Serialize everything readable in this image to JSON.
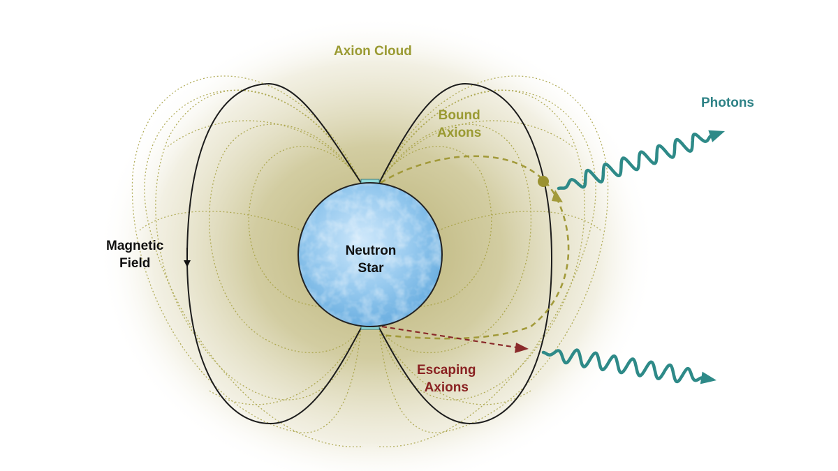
{
  "labels": {
    "axion_cloud": "Axion Cloud",
    "bound_axions": [
      "Bound",
      "Axions"
    ],
    "photons": "Photons",
    "magnetic_field": [
      "Magnetic",
      "Field"
    ],
    "neutron_star": [
      "Neutron",
      "Star"
    ],
    "escaping_axions": [
      "Escaping",
      "Axions"
    ]
  },
  "colors": {
    "cloud": "#b5ac6c",
    "field_line": "#1c1c1c",
    "dotted_line": "#a6a040",
    "bound_axion": "#a29a3a",
    "photon": "#2e8a88",
    "escaping_axion": "#8a2a2a",
    "star": "#8ec3ea",
    "cap": "#8fd8d8",
    "label_olive": "#9a9a32",
    "label_teal": "#2e8286",
    "label_red": "#8a2222",
    "label_black": "#111111"
  }
}
